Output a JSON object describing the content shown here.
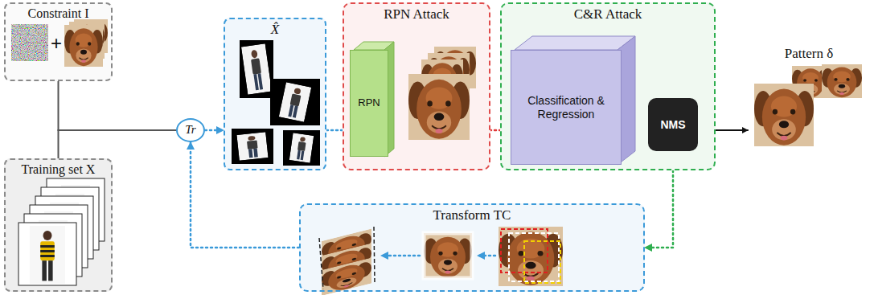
{
  "diagram": {
    "nodes": [
      {
        "text": [
          "Constraint I"
        ]
      },
      {
        "text": [
          "Training set X"
        ]
      },
      {
        "text": [
          "Tr"
        ]
      },
      {
        "text": [
          "X̂"
        ]
      },
      {
        "text": [
          "RPN Attack"
        ]
      },
      {
        "text": [
          "RPN"
        ],
        "in": 4
      },
      {
        "text": [
          "C&R Attack"
        ]
      },
      {
        "text": [
          "Classification & Regression"
        ],
        "in": 6
      },
      {
        "text": [
          "NMS"
        ],
        "in": 6
      },
      {
        "text": [
          "Pattern δ"
        ]
      },
      {
        "text": [
          "Transform TC"
        ]
      }
    ],
    "edges": [
      {
        "from": 0,
        "to": 2,
        "arrow": "none"
      },
      {
        "from": 1,
        "to": 2,
        "arrow": "none"
      },
      {
        "from": 2,
        "to": 3,
        "arrow": "to"
      },
      {
        "from": 3,
        "to": 5,
        "arrow": "to"
      },
      {
        "from": 5,
        "to": 7,
        "arrow": "to"
      },
      {
        "from": 7,
        "to": 8,
        "arrow": "to"
      },
      {
        "from": 8,
        "to": 9,
        "arrow": "to"
      },
      {
        "from": 8,
        "to": 10,
        "arrow": "to"
      },
      {
        "from": 10,
        "to": 2,
        "arrow": "to"
      }
    ],
    "labels": [
      "+"
    ]
  }
}
